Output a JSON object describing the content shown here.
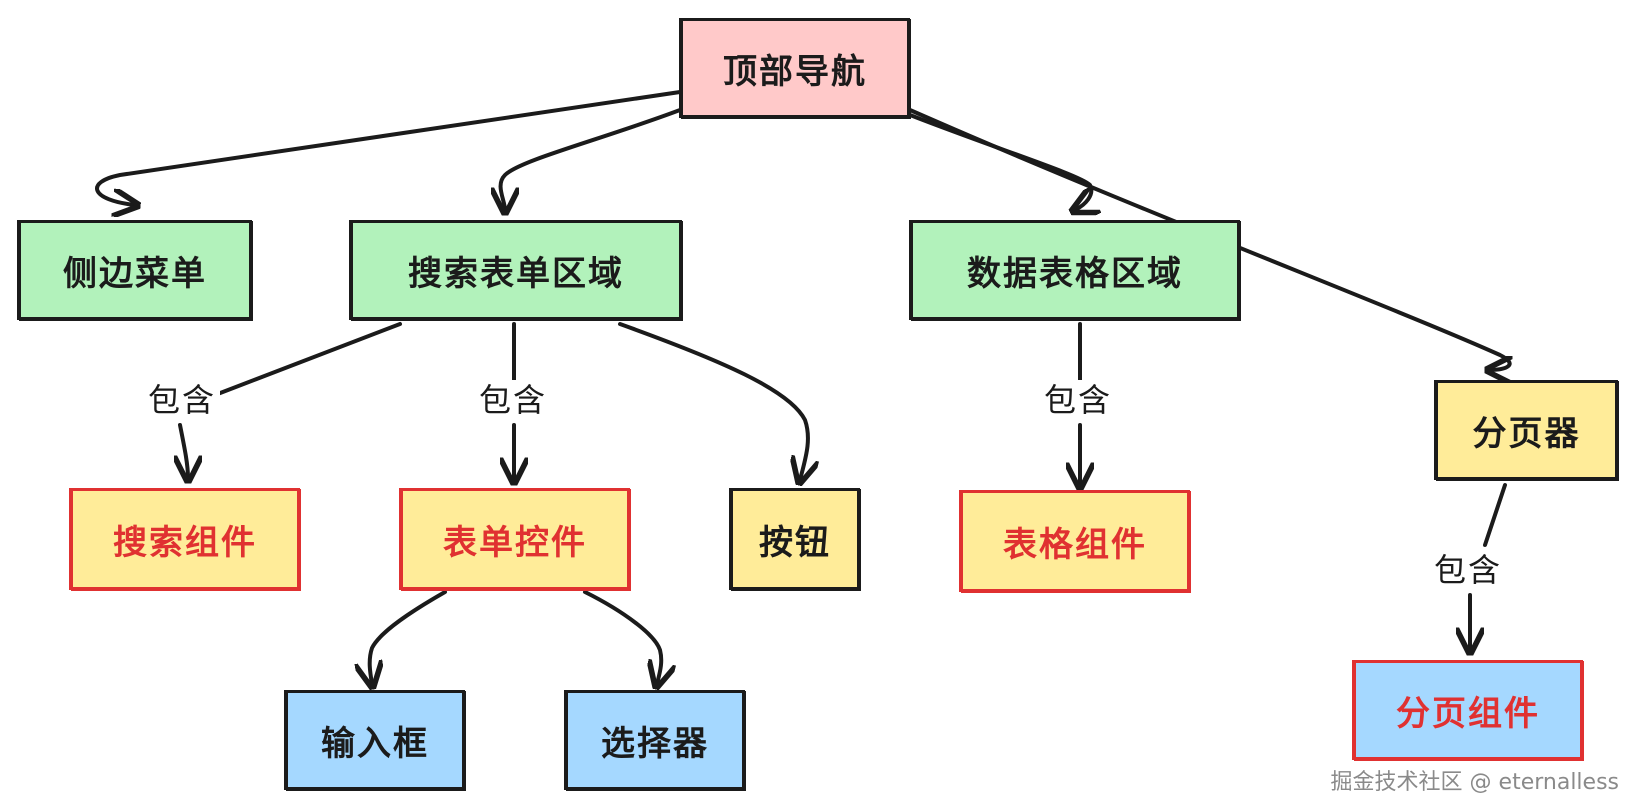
{
  "diagram": {
    "nodes": {
      "top_nav": "顶部导航",
      "side_menu": "侧边菜单",
      "search_form_area": "搜索表单区域",
      "data_table_area": "数据表格区域",
      "paginator": "分页器",
      "search_component": "搜索组件",
      "form_controls": "表单控件",
      "button": "按钮",
      "table_component": "表格组件",
      "pagination_component": "分页组件",
      "input_box": "输入框",
      "selector": "选择器"
    },
    "edge_labels": {
      "search_area_to_search_component": "包含",
      "search_area_to_form_controls": "包含",
      "table_area_to_table_component": "包含",
      "paginator_to_pagination_component": "包含"
    },
    "colors": {
      "pink": "#ffc9c9",
      "green": "#b2f2bb",
      "yellow": "#ffec99",
      "blue": "#a5d8ff",
      "highlight_border": "#e03131",
      "stroke": "#1b1b1b"
    }
  },
  "watermark": "掘金技术社区 @ eternalless"
}
